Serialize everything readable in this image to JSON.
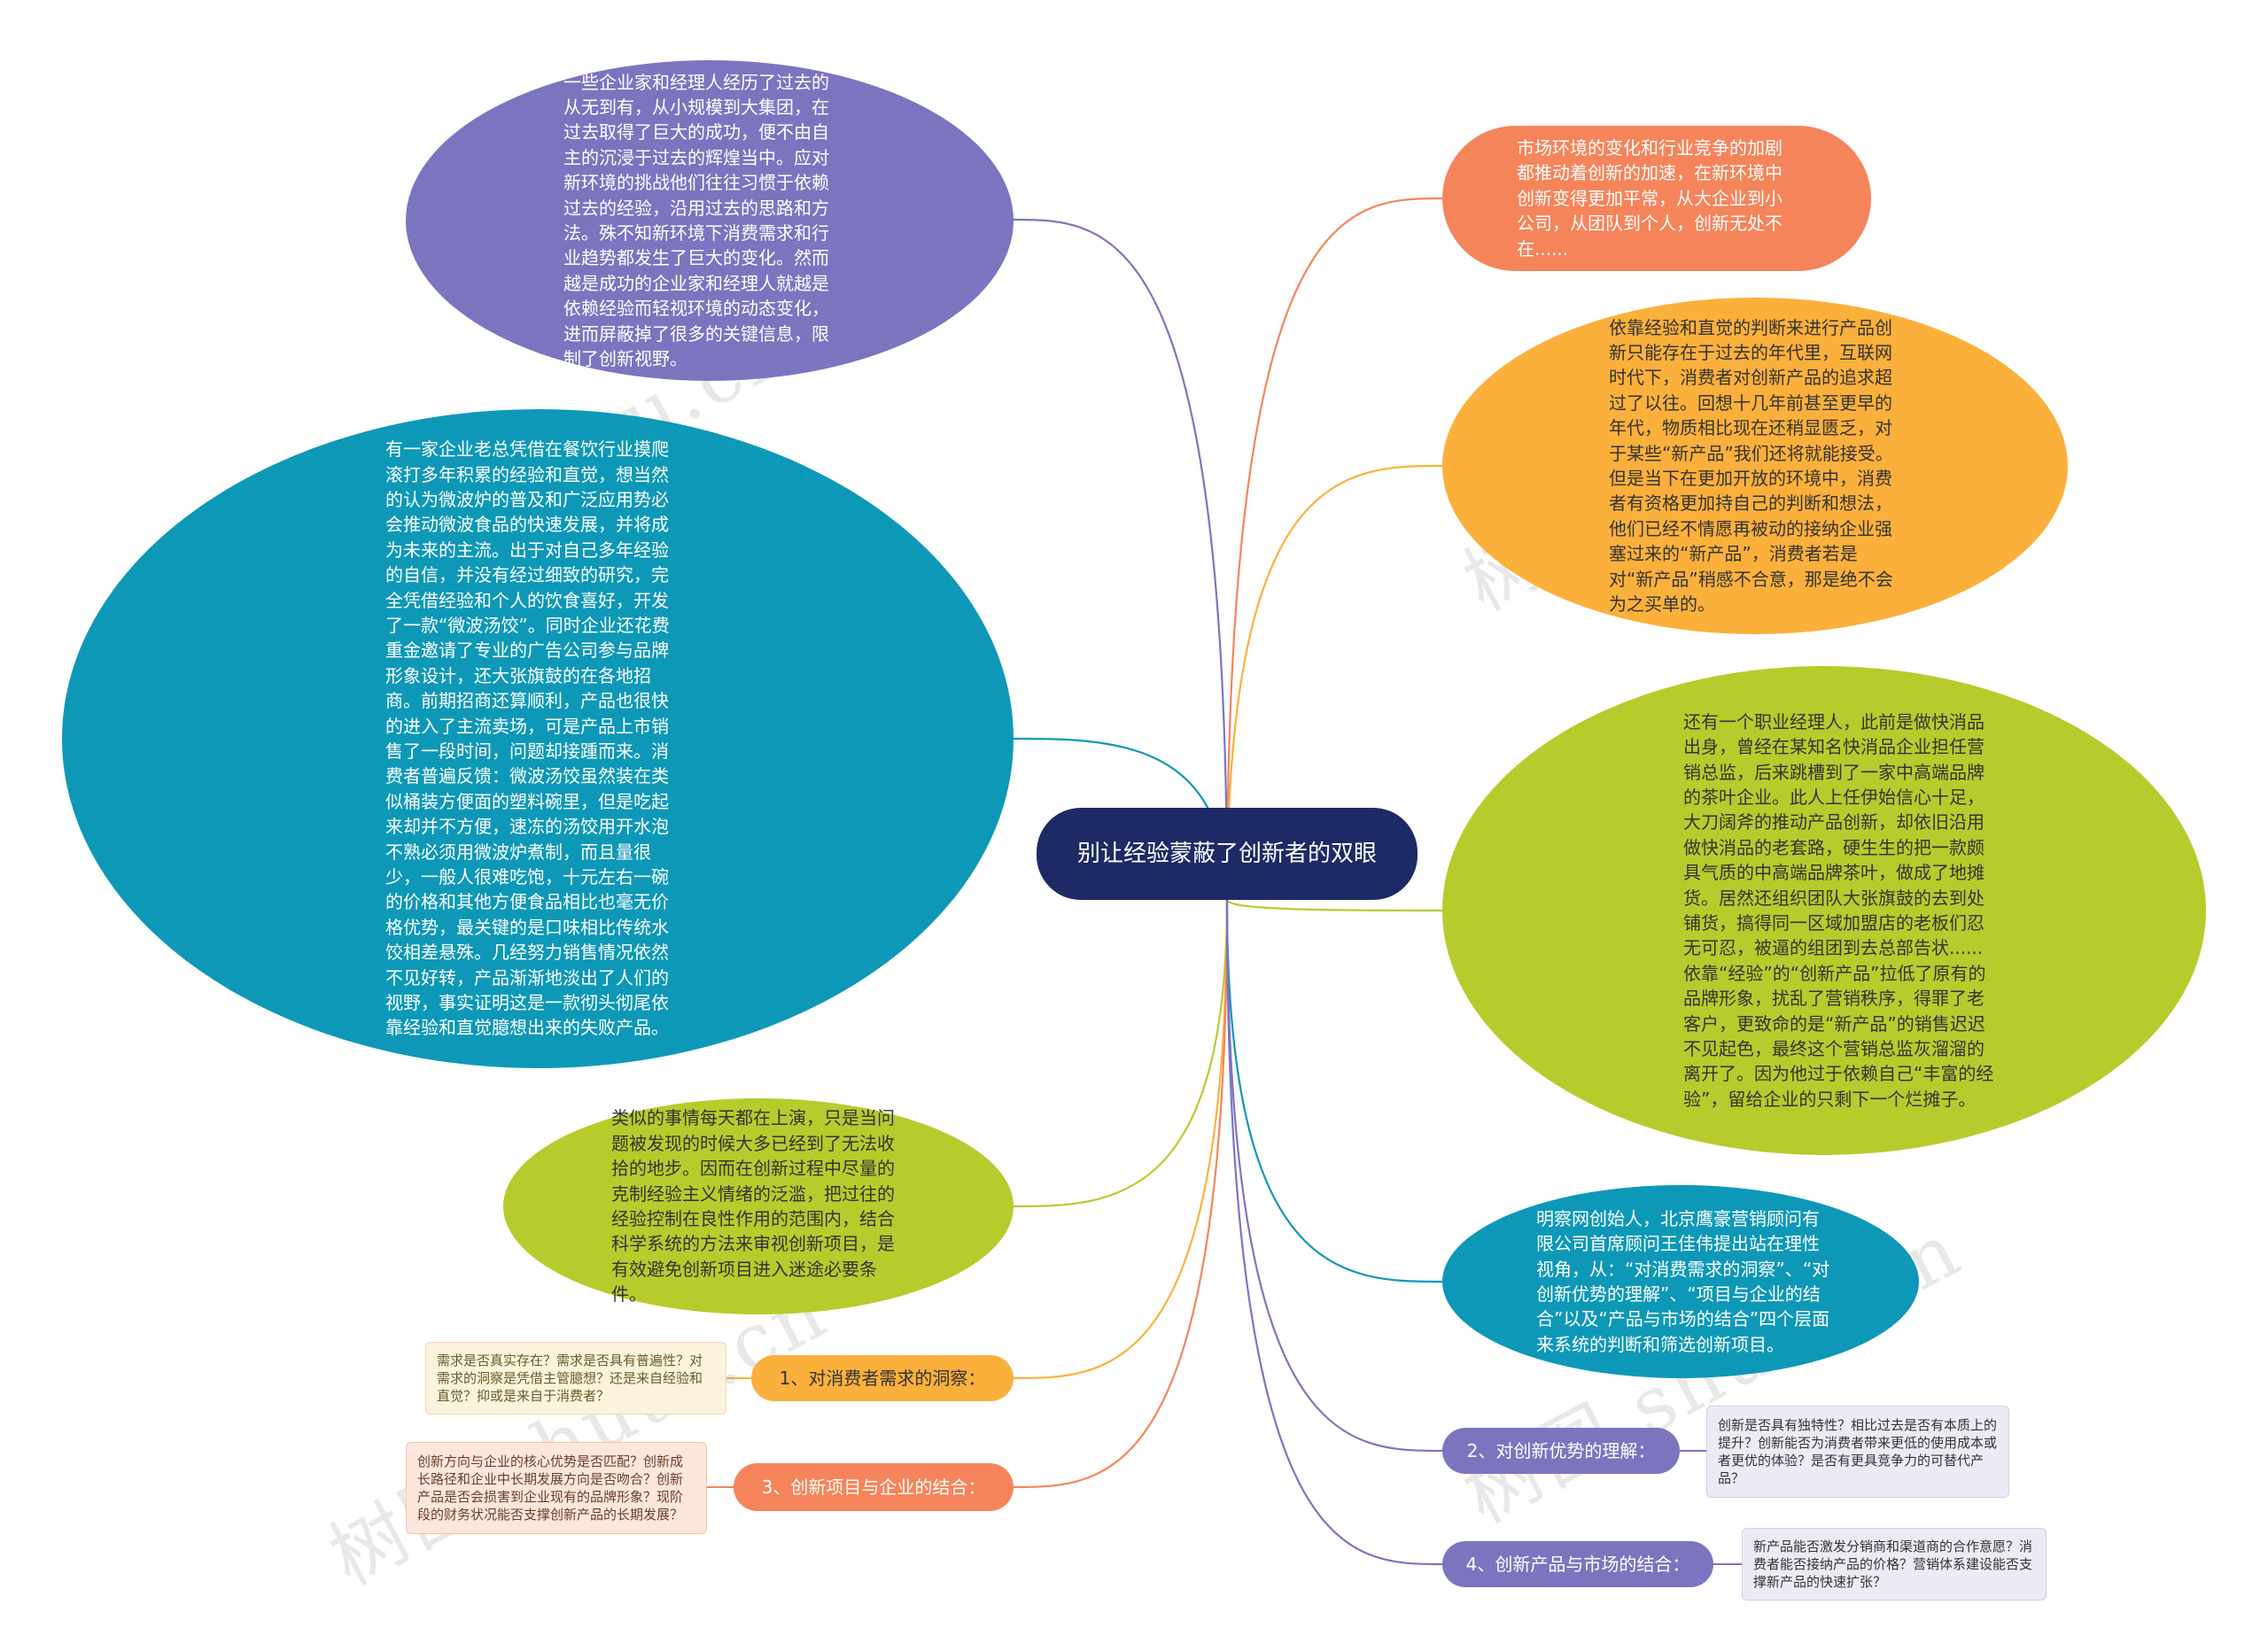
{
  "title": "别让经验蒙蔽了创新者的双眼",
  "watermark": "树图 shutu.cn",
  "colors": {
    "purple": "#7b75c0",
    "orange": "#f5845a",
    "amber": "#fbb03b",
    "teal": "#0e98b7",
    "lime": "#b7cb2c",
    "navy": "#1e2a66"
  },
  "nodes": {
    "experience_blind": "一些企业家和经理人经历了过去的从无到有，从小规模到大集团，在过去取得了巨大的成功，便不由自主的沉浸于过去的辉煌当中。应对新环境的挑战他们往往习惯于依赖过去的经验，沿用过去的思路和方法。殊不知新环境下消费需求和行业趋势都发生了巨大的变化。然而越是成功的企业家和经理人就越是依赖经验而轻视环境的动态变化，进而屏蔽掉了很多的关键信息，限制了创新视野。",
    "market_change": "市场环境的变化和行业竞争的加剧都推动着创新的加速，在新环境中创新变得更加平常，从大企业到小公司，从团队到个人，创新无处不在......",
    "intuition": "依靠经验和直觉的判断来进行产品创新只能存在于过去的年代里，互联网时代下，消费者对创新产品的追求超过了以往。回想十几年前甚至更早的年代，物质相比现在还稍显匮乏，对于某些“新产品”我们还将就能接受。但是当下在更加开放的环境中，消费者有资格更加持自己的判断和想法，他们已经不情愿再被动的接纳企业强塞过来的“新产品”，消费者若是对“新产品”稍感不合意，那是绝不会为之买单的。",
    "microwave_case": "有一家企业老总凭借在餐饮行业摸爬滚打多年积累的经验和直觉，想当然的认为微波炉的普及和广泛应用势必会推动微波食品的快速发展，并将成为未来的主流。出于对自己多年经验的自信，并没有经过细致的研究，完全凭借经验和个人的饮食喜好，开发了一款“微波汤饺”。同时企业还花费重金邀请了专业的广告公司参与品牌形象设计，还大张旗鼓的在各地招商。前期招商还算顺利，产品也很快的进入了主流卖场，可是产品上市销售了一段时间，问题却接踵而来。消费者普遍反馈：微波汤饺虽然装在类似桶装方便面的塑料碗里，但是吃起来却并不方便，速冻的汤饺用开水泡不熟必须用微波炉煮制，而且量很少，一般人很难吃饱，十元左右一碗的价格和其他方便食品相比也毫无价格优势，最关键的是口味相比传统水饺相差悬殊。几经努力销售情况依然不见好转，产品渐渐地淡出了人们的视野，事实证明这是一款彻头彻尾依靠经验和直觉臆想出来的失败产品。",
    "tea_case": "还有一个职业经理人，此前是做快消品出身，曾经在某知名快消品企业担任营销总监，后来跳槽到了一家中高端品牌的茶叶企业。此人上任伊始信心十足，大刀阔斧的推动产品创新，却依旧沿用做快消品的老套路，硬生生的把一款颇具气质的中高端品牌茶叶，做成了地摊货。居然还组织团队大张旗鼓的去到处铺货，搞得同一区域加盟店的老板们忍无可忍，被逼的组团到去总部告状......依靠“经验”的“创新产品”拉低了原有的品牌形象，扰乱了营销秩序，得罪了老客户，更致命的是“新产品”的销售迟迟不见起色，最终这个营销总监灰溜溜的离开了。因为他过于依赖自己“丰富的经验”，留给企业的只剩下一个烂摊子。",
    "daily_lesson": "类似的事情每天都在上演，只是当问题被发现的时候大多已经到了无法收拾的地步。因而在创新过程中尽量的克制经验主义情绪的泛滥，把过往的经验控制在良性作用的范围内，结合科学系统的方法来审视创新项目，是有效避免创新项目进入迷途必要条件。",
    "expert": "明察网创始人，北京鹰豪营销顾问有限公司首席顾问王佳伟提出站在理性视角，从：“对消费需求的洞察”、“对创新优势的理解”、“项目与企业的结合”以及“产品与市场的结合”四个层面来系统的判断和筛选创新项目。",
    "topic1": "1、对消费者需求的洞察：",
    "topic1_note": "需求是否真实存在？需求是否具有普遍性？对需求的洞察是凭借主管臆想？还是来自经验和直觉？抑或是来自于消费者？",
    "topic3": "3、创新项目与企业的结合：",
    "topic3_note": "创新方向与企业的核心优势是否匹配？创新成长路径和企业中长期发展方向是否吻合？创新产品是否会损害到企业现有的品牌形象？现阶段的财务状况能否支撑创新产品的长期发展？",
    "topic2": "2、对创新优势的理解：",
    "topic2_note": "创新是否具有独特性？相比过去是否有本质上的提升？创新能否为消费者带来更低的使用成本或者更优的体验？是否有更具竞争力的可替代产品？",
    "topic4": "4、创新产品与市场的结合：",
    "topic4_note": "新产品能否激发分销商和渠道商的合作意愿？消费者能否接纳产品的价格？营销体系建设能否支撑新产品的快速扩张？"
  }
}
